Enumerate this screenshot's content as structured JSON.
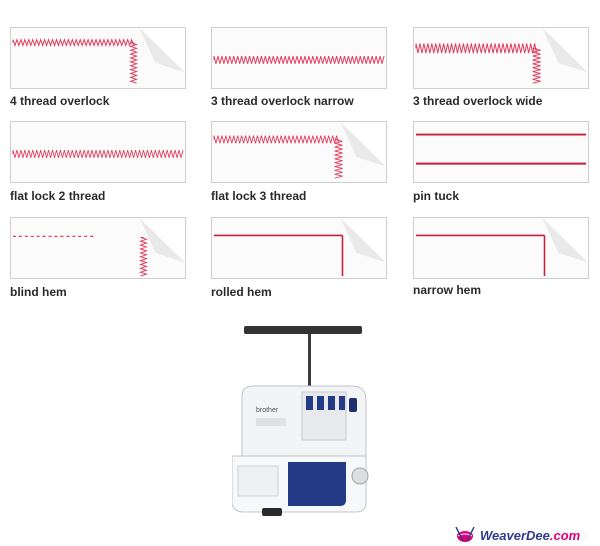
{
  "stitches": [
    {
      "label": "4 thread overlock",
      "pattern": "overlock-corner"
    },
    {
      "label": "3 thread overlock narrow",
      "pattern": "overlock-narrow-straight"
    },
    {
      "label": "3 thread overlock wide",
      "pattern": "overlock-wide-corner"
    },
    {
      "label": "flat lock 2 thread",
      "pattern": "flatlock-straight"
    },
    {
      "label": "flat lock 3 thread",
      "pattern": "flatlock-corner"
    },
    {
      "label": "pin tuck",
      "pattern": "double-line"
    },
    {
      "label": "blind hem",
      "pattern": "blindhem-corner"
    },
    {
      "label": "rolled hem",
      "pattern": "line-corner"
    },
    {
      "label": "narrow hem",
      "pattern": "line-corner"
    }
  ],
  "colors": {
    "thread": "#e23c5c",
    "thread_dark": "#c61f3c",
    "fabric": "#fbfbfb",
    "machine_blue": "#233a87"
  },
  "logo": {
    "text": "WeaverDee",
    ".com": ".com",
    "icon": "yarn-ball-icon"
  }
}
